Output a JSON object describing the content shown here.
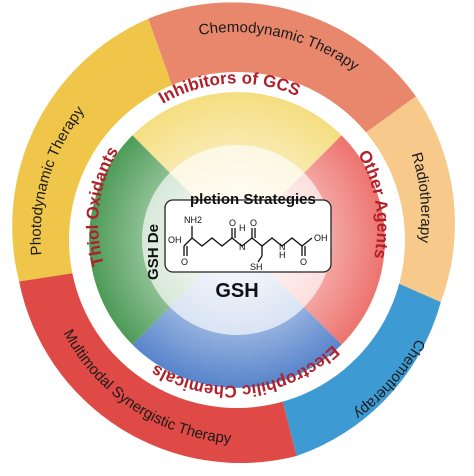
{
  "colors": {
    "orange": "#e8876b",
    "yellow_gold": "#f0c64a",
    "light_orange": "#f7c98a",
    "red": "#e04a46",
    "blue": "#3e9ad3",
    "accent_text": "#b0202a"
  },
  "outer_ring": {
    "chemodynamic": "Chemodynamic Therapy",
    "photodynamic": "Photodynamic Therapy",
    "radiotherapy": "Radiotherapy",
    "multimodal": "Multimodal Synergistic Therapy",
    "chemotherapy": "Chemotherapy"
  },
  "inner_ring": {
    "inhibitors": "Inhibitors of GCS",
    "thiol": "Thiol Oxidants",
    "other": "Other Agents",
    "electrophilic": "Electrophilic Chemicals"
  },
  "center": {
    "title_part1": "GSH De",
    "title_part2": "pletion Strategies",
    "molecule_name": "GSH",
    "atoms": {
      "oh_left": "OH",
      "o_left": "O",
      "nh2": "NH2",
      "o_amide1": "O",
      "h_n1": "H",
      "n1": "N",
      "o_amide2": "O",
      "sh": "SH",
      "h_n2": "H",
      "n2": "N",
      "o_right": "O",
      "oh_right": "OH"
    }
  }
}
